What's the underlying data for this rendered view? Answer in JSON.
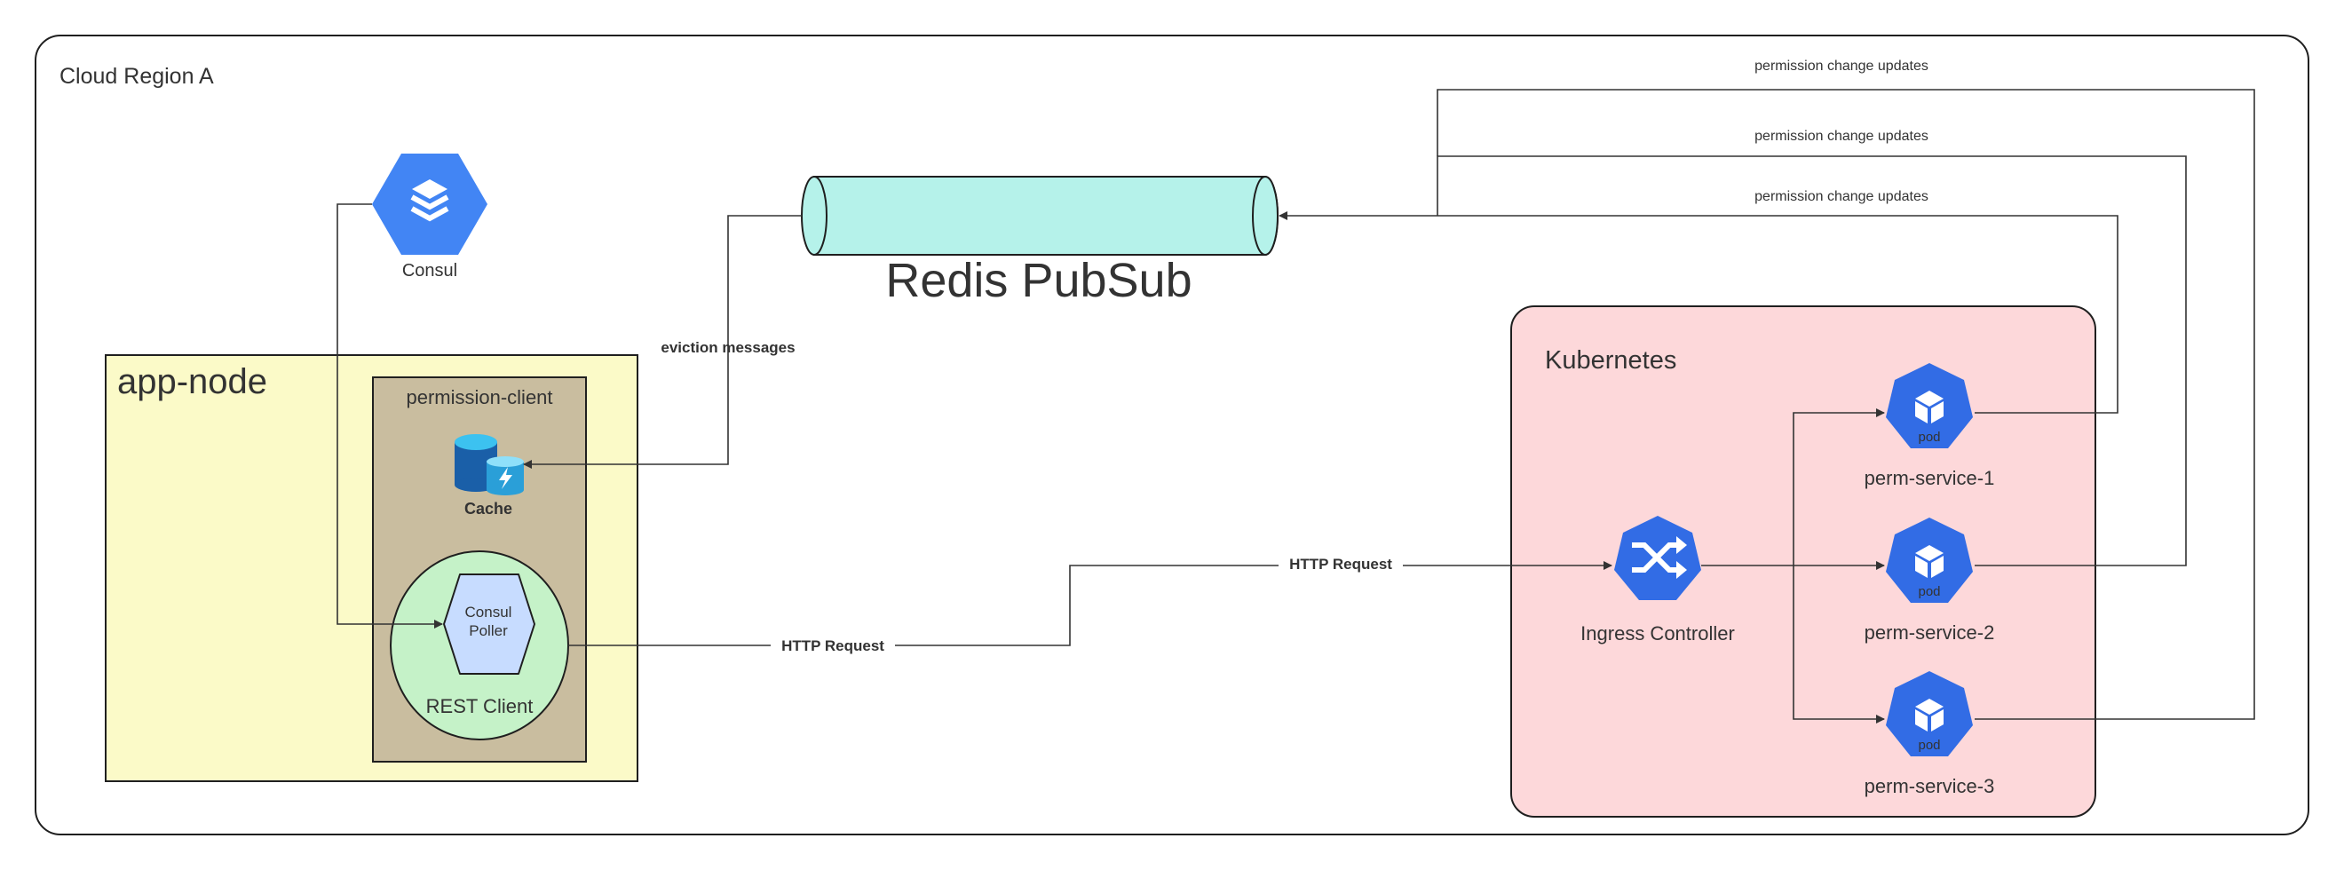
{
  "colors": {
    "region_border": "#1f1f1f",
    "app_node_fill": "#fbfac8",
    "permission_client_fill": "#c9bd9f",
    "rest_client_fill": "#c5f2c8",
    "poller_fill": "#c7dcff",
    "redis_fill": "#b5f2ea",
    "kubernetes_fill": "#fdd8da",
    "k8s_blue": "#326ce5",
    "gcp_blue": "#4285f4",
    "cache_blue_dark": "#1a5fa8",
    "cache_blue_light": "#3cc2f0",
    "line": "#333333"
  },
  "region": {
    "label": "Cloud Region A"
  },
  "consul": {
    "label": "Consul",
    "icon": "layers-hexagon-icon"
  },
  "redis": {
    "label": "Redis PubSub"
  },
  "app_node": {
    "label": "app-node",
    "permission_client": {
      "label": "permission-client",
      "cache": {
        "label": "Cache",
        "icon": "database-lightning-icon"
      },
      "rest_client": {
        "label": "REST Client",
        "consul_poller": {
          "line1": "Consul",
          "line2": "Poller"
        }
      }
    }
  },
  "kubernetes": {
    "label": "Kubernetes",
    "ingress": {
      "label": "Ingress Controller",
      "icon": "ingress-shuffle-icon"
    },
    "pods": [
      {
        "badge": "pod",
        "label": "perm-service-1",
        "icon": "cube-icon"
      },
      {
        "badge": "pod",
        "label": "perm-service-2",
        "icon": "cube-icon"
      },
      {
        "badge": "pod",
        "label": "perm-service-3",
        "icon": "cube-icon"
      }
    ]
  },
  "edges": {
    "eviction": "eviction messages",
    "http_request_1": "HTTP Request",
    "http_request_2": "HTTP Request",
    "update_1": "permission change updates",
    "update_2": "permission change updates",
    "update_3": "permission change updates"
  }
}
